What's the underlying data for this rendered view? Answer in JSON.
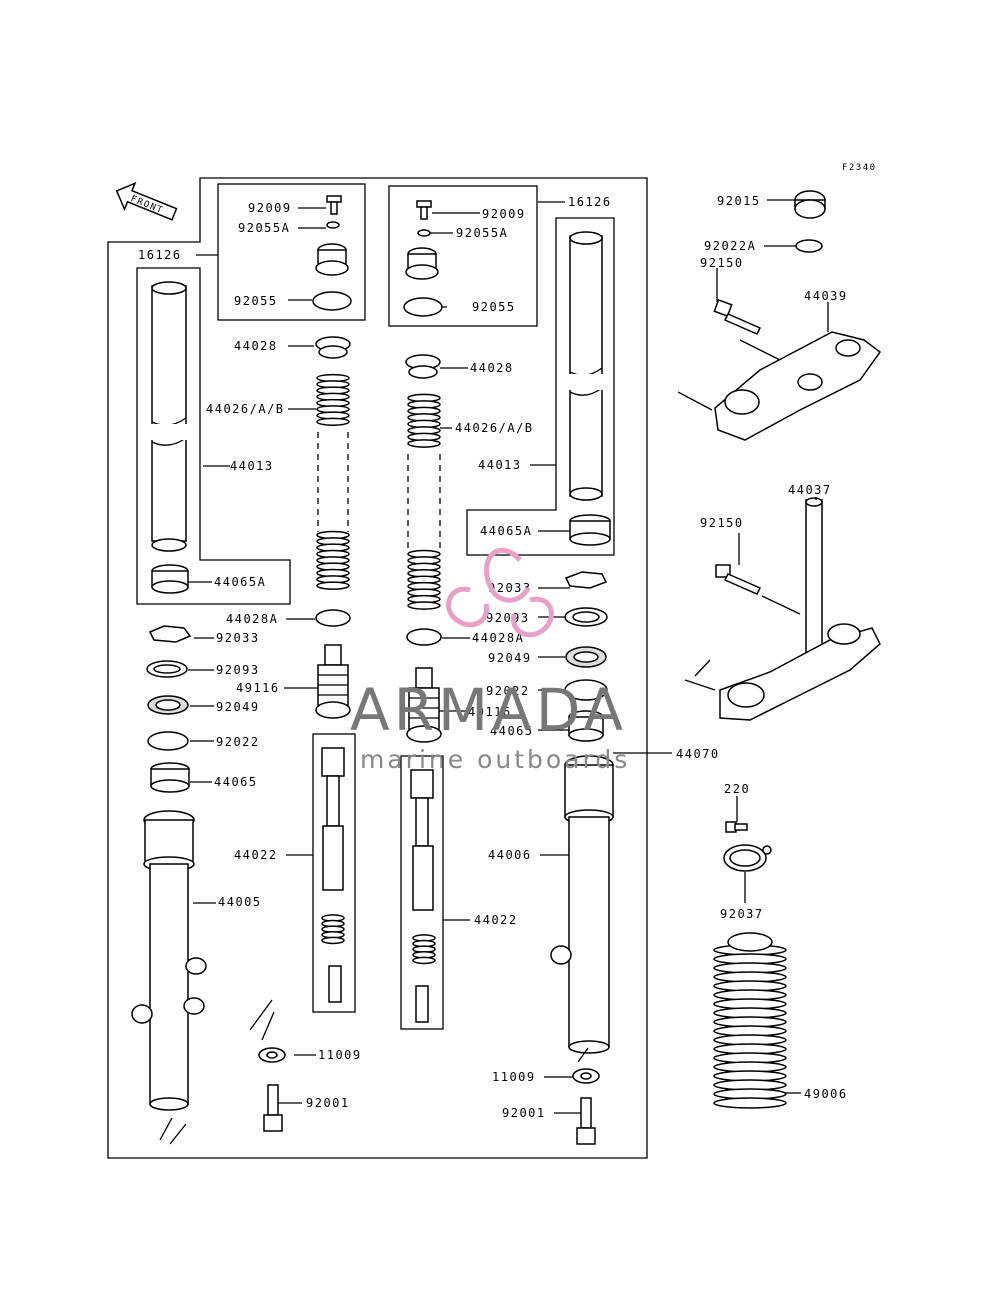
{
  "figure_code": "F2340",
  "front_badge": "FRONT",
  "watermark": {
    "title": "ARMADA",
    "subtitle": "marine outboards",
    "logo_color": "#e8a0c8"
  },
  "labels": {
    "l92009a": "92009",
    "l92055Aa": "92055A",
    "l92055a": "92055",
    "l16126a": "16126",
    "l92009b": "92009",
    "l92055Ab": "92055A",
    "l92055b": "92055",
    "l16126b": "16126",
    "l44028a": "44028",
    "l44026a": "44026/A/B",
    "l44013a": "44013",
    "l44065Aa": "44065A",
    "l44028Aa": "44028A",
    "l92033a": "92033",
    "l92093a": "92093",
    "l49116a": "49116",
    "l92049a": "92049",
    "l92022a": "92022",
    "l44065a": "44065",
    "l44022a": "44022",
    "l44005": "44005",
    "l11009a": "11009",
    "l92001a": "92001",
    "l44028b": "44028",
    "l44026b": "44026/A/B",
    "l44013b": "44013",
    "l44065Ab": "44065A",
    "l92033b": "92033",
    "l92093b": "92093",
    "l44028Ab": "44028A",
    "l92049b": "92049",
    "l92022b": "92022",
    "l49116b": "49116",
    "l44065b": "44065",
    "l44070": "44070",
    "l44006": "44006",
    "l44022b": "44022",
    "l11009b": "11009",
    "l92001b": "92001",
    "l92015": "92015",
    "l92022A": "92022A",
    "l92150a": "92150",
    "l44039": "44039",
    "l44037": "44037",
    "l92150b": "92150",
    "l220": "220",
    "l92037": "92037",
    "l49006": "49006"
  }
}
